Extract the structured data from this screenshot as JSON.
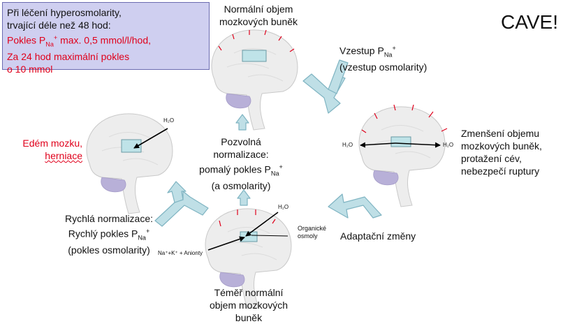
{
  "info_box": {
    "line1": "Při léčení hyperosmolarity,",
    "line2": "trvající déle než 48 hod:",
    "line3_prefix": "Pokles P",
    "line3_sub": "Na",
    "line3_sup": "+",
    "line3_suffix": " max. 0,5 mmol/l/hod,",
    "line4": "Za 24 hod maximální pokles",
    "line5": "o 10 mmol"
  },
  "cave": "CAVE!",
  "top_brain": {
    "line1": "Normální objem",
    "line2": "mozkových buněk"
  },
  "rise": {
    "line1_prefix": "Vzestup P",
    "line1_sub": "Na",
    "line1_sup": "+",
    "line2": "(vzestup osmolarity)"
  },
  "shrink": {
    "line1": "Zmenšení objemu",
    "line2": "mozkových buněk,",
    "line3": "protažení cév,",
    "line4": "nebezpečí ruptury"
  },
  "edema": {
    "line1": "Edém mozku,",
    "line2": "herniace"
  },
  "slow": {
    "line1": "Pozvolná",
    "line2": "normalizace:",
    "line3_prefix": "pomalý pokles P",
    "line3_sub": "Na",
    "line3_sup": "+",
    "line4": "(a osmolarity)"
  },
  "fast": {
    "line1": "Rychlá normalizace:",
    "line2_prefix": "Rychlý pokles P",
    "line2_sub": "Na",
    "line2_sup": "+",
    "line3": "(pokles osmolarity)"
  },
  "adapt": "Adaptační změny",
  "bottom_brain": {
    "line1": "Téměř normální",
    "line2": "objem mozkových",
    "line3": "buněk"
  },
  "organic": {
    "line1": "Organické",
    "line2": "osmoly"
  },
  "ions": "Na⁺+K⁺ + Anionty",
  "water": "H₂O",
  "colors": {
    "red": "#e0001b",
    "box_fill": "#cfcff0",
    "arrow_fill": "#bfdfe6",
    "arrow_stroke": "#7fb4c2",
    "cell_fill": "#bfe3e8",
    "cerebellum": "#b8b0d8"
  }
}
